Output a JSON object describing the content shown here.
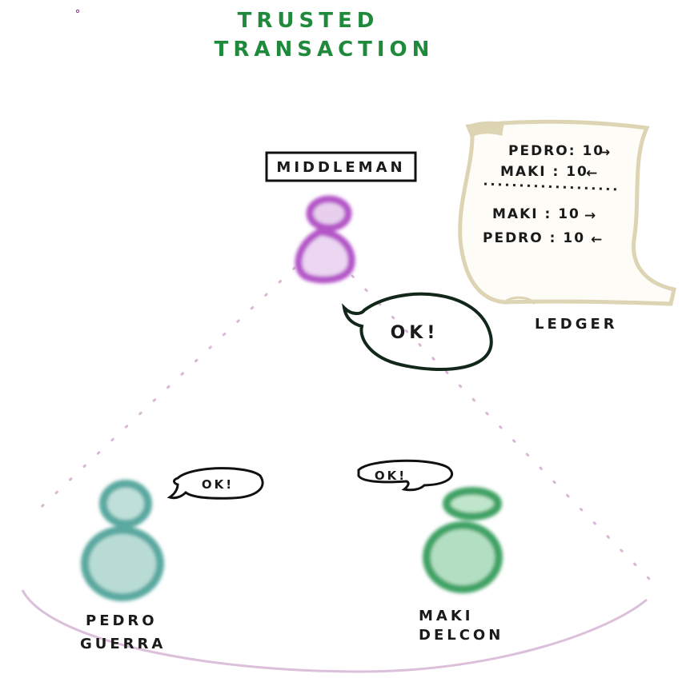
{
  "title": {
    "line1": "TRUSTED",
    "line2": "TRANSACTION"
  },
  "middleman": {
    "label": "MIDDLEMAN",
    "speech": "OK!"
  },
  "ledger": {
    "caption": "LEDGER",
    "entries": [
      {
        "text": "PEDRO: 10",
        "arrow": "→"
      },
      {
        "text": "MAKI : 10",
        "arrow": "←"
      },
      {
        "text": "MAKI : 10",
        "arrow": "→"
      },
      {
        "text": "PEDRO : 10",
        "arrow": "←"
      }
    ]
  },
  "pedro": {
    "name_line1": "PEDRO",
    "name_line2": "GUERRA",
    "speech": "OK!"
  },
  "maki": {
    "name_line1": "MAKI",
    "name_line2": "DELCON",
    "speech": "OK!"
  },
  "colors": {
    "title": "#1f8a3c",
    "middleman": "#b455c8",
    "pedro": "#5aa9a0",
    "maki": "#3fa265",
    "scroll": "#ddd4b4",
    "dotted": "#d9b8d6"
  }
}
